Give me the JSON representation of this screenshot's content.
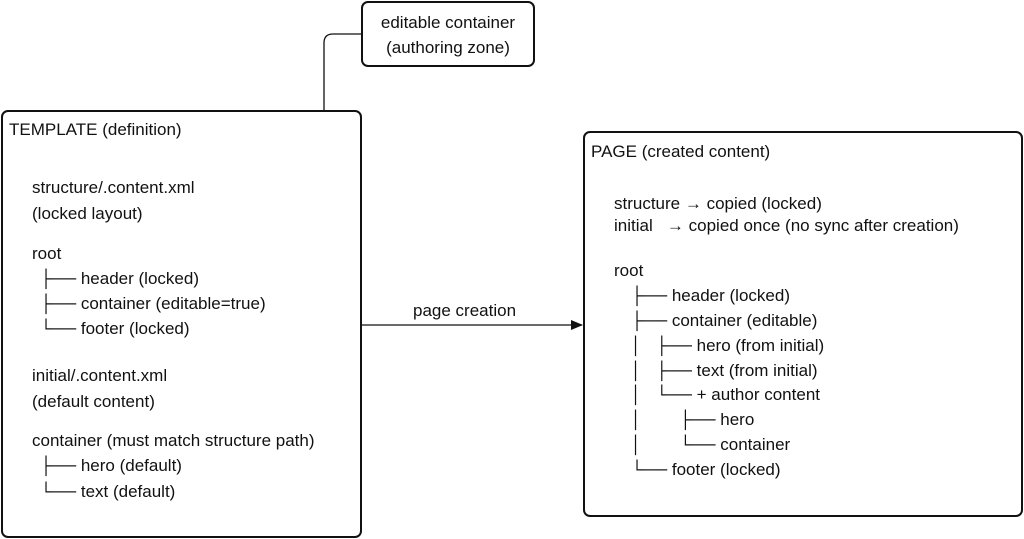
{
  "zone_box": {
    "line1": "editable container",
    "line2": "(authoring zone)"
  },
  "template": {
    "title": "TEMPLATE (definition)",
    "structure_file": "structure/.content.xml",
    "structure_note": "(locked layout)",
    "root": "root",
    "tree": [
      "├── header (locked)",
      "├── container (editable=true)",
      "└── footer (locked)"
    ],
    "initial_file": "initial/.content.xml",
    "initial_note": "(default content)",
    "container_head": "container (must match structure path)",
    "container_tree": [
      "├── hero (default)",
      "└── text (default)"
    ]
  },
  "edge_label": "page creation",
  "page": {
    "title": "PAGE (created content)",
    "rule1": "structure → copied (locked)",
    "rule2": "initial   → copied once (no sync after creation)",
    "root": "root",
    "tree": [
      "├── header (locked)",
      "├── container (editable)",
      "│   ├── hero (from initial)",
      "│   ├── text (from initial)",
      "│   └── + author content",
      "│        ├── hero",
      "│        └── container",
      "└── footer (locked)"
    ]
  }
}
